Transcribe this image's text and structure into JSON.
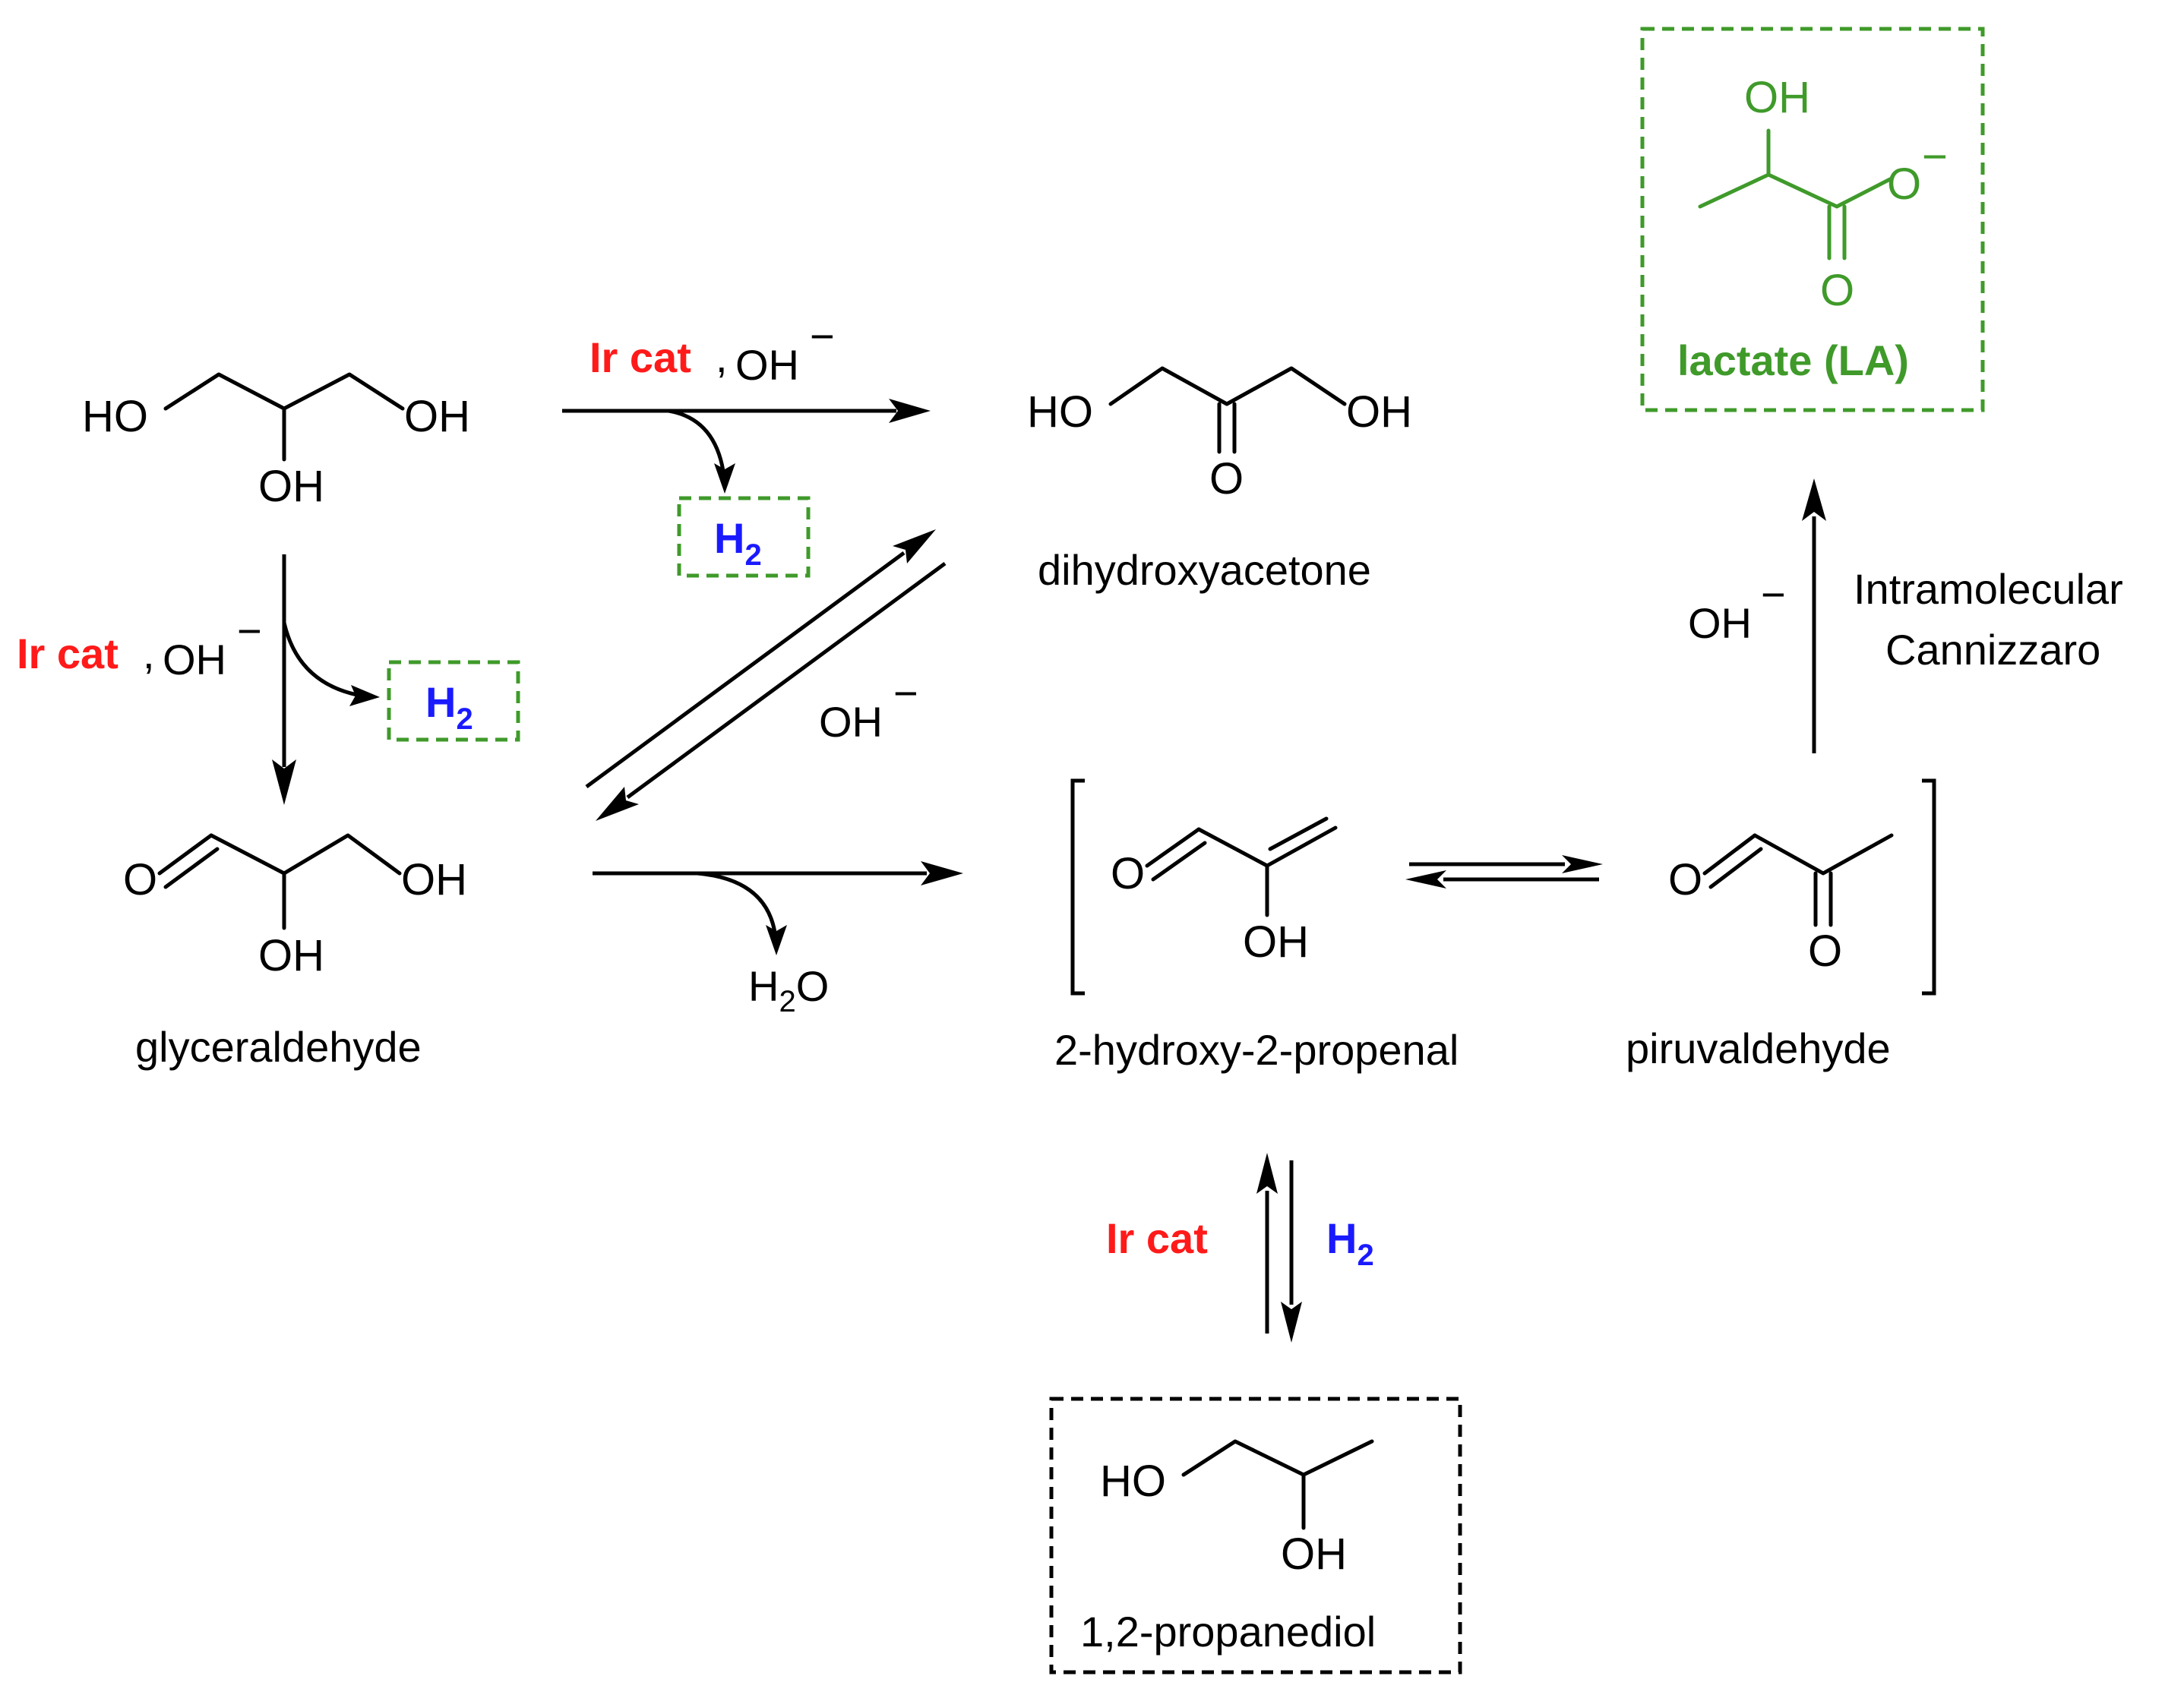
{
  "colors": {
    "catalyst": "#ff1a1a",
    "hydrogen": "#1a1aff",
    "product_lactate": "#3f9a2a",
    "default": "#000000"
  },
  "atoms": {
    "HO": "HO",
    "OH": "OH",
    "O": "O",
    "O_minus": "−"
  },
  "compounds": {
    "glycerol": {
      "name": ""
    },
    "dihydroxyacetone": {
      "name": "dihydroxyacetone"
    },
    "glyceraldehyde": {
      "name": "glyceraldehyde"
    },
    "hydroxypropenal": {
      "name": "2-hydroxy-2-propenal"
    },
    "piruvaldehyde": {
      "name": "piruvaldehyde"
    },
    "lactate": {
      "name": "lactate (LA)"
    },
    "propanediol": {
      "name": "1,2-propanediol"
    }
  },
  "conditions": {
    "ir_cat": "Ir cat",
    "comma": ",",
    "oh": "OH",
    "minus": "−",
    "h2_H": "H",
    "h2_sub": "2",
    "h2o_H": "H",
    "h2o_sub": "2",
    "h2o_O": "O",
    "cannizzaro_line1": "Intramolecular",
    "cannizzaro_line2": "Cannizzaro"
  }
}
